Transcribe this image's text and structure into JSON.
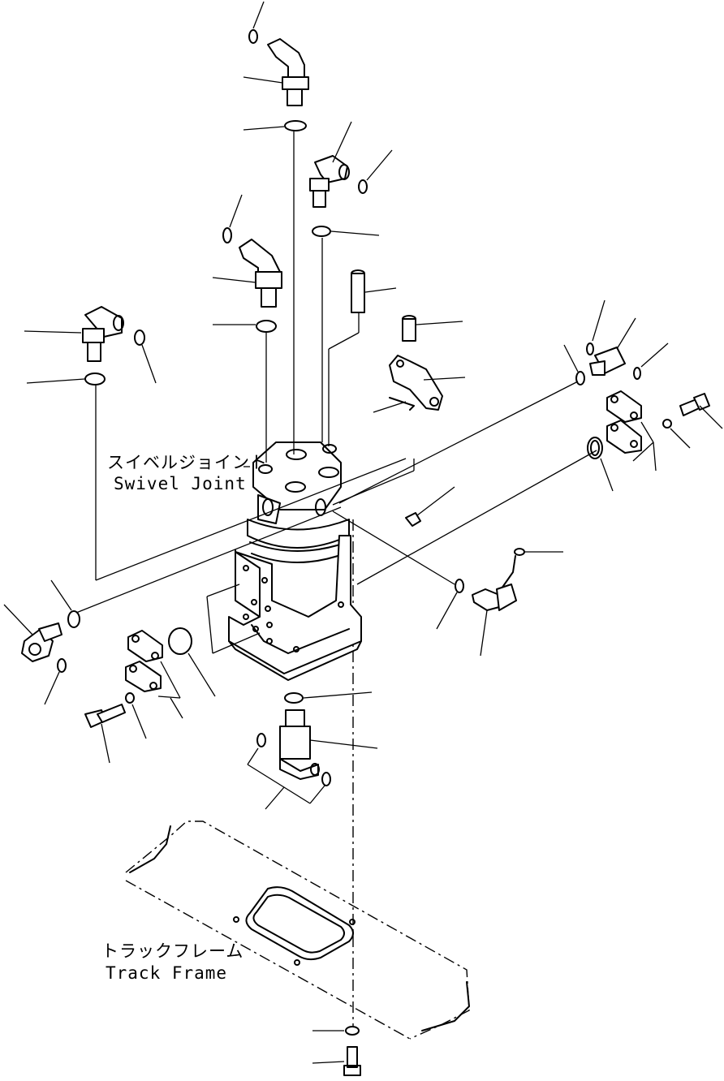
{
  "labels": {
    "swivel_joint_jp": "スイベルジョイント",
    "swivel_joint_en": "Swivel Joint",
    "track_frame_jp": "トラックフレーム",
    "track_frame_en": "Track Frame"
  },
  "colors": {
    "line": "#000000",
    "background": "#ffffff"
  }
}
